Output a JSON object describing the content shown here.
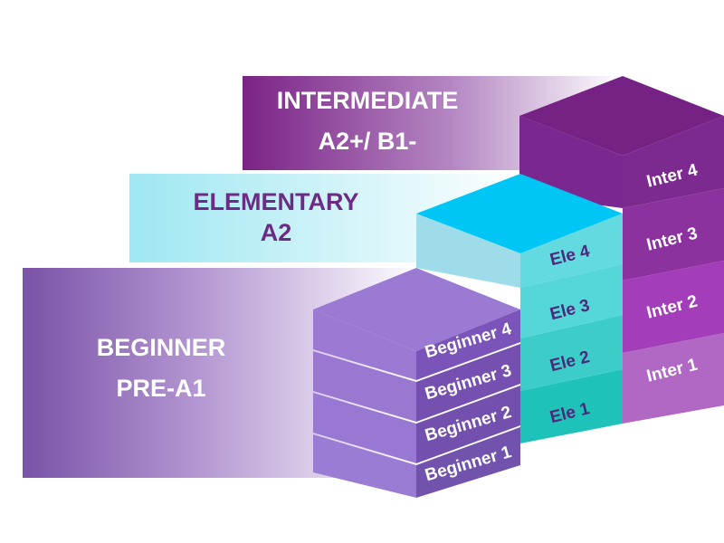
{
  "levels": {
    "beginner": {
      "title": "BEGINNER",
      "subtitle": "PRE-A1",
      "blocks": [
        "Beginner 1",
        "Beginner 2",
        "Beginner 3",
        "Beginner 4"
      ],
      "color": "#8a5cc7"
    },
    "elementary": {
      "title": "ELEMENTARY",
      "subtitle": "A2",
      "blocks": [
        "Ele 1",
        "Ele 2",
        "Ele 3",
        "Ele 4"
      ],
      "color": "#33cfc4"
    },
    "intermediate": {
      "title": "INTERMEDIATE",
      "subtitle": "A2+/ B1-",
      "blocks": [
        "Inter 1",
        "Inter 2",
        "Inter 3",
        "Inter 4"
      ],
      "color": "#8a2c9a"
    }
  }
}
